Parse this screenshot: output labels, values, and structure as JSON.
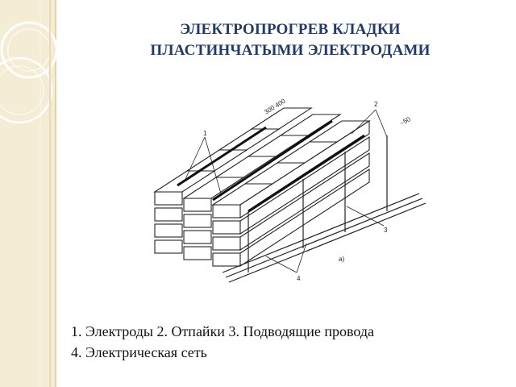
{
  "slide": {
    "title_line1": "ЭЛЕКТРОПРОГРЕВ  КЛАДКИ",
    "title_line2": "ПЛАСТИНЧАТЫМИ ЭЛЕКТРОДАМИ",
    "colors": {
      "title": "#1f3a6b",
      "sidebar": "#f4ecd4",
      "sidebar_ornament": "#ffffff"
    }
  },
  "figure": {
    "dimension_label": "300  400",
    "callouts": [
      "1",
      "2",
      "3",
      "4"
    ],
    "sub_label": "а)",
    "side_mark": "~50"
  },
  "legend": {
    "line1": "1. Электроды  2. Отпайки 3. Подводящие провода",
    "line2": "4. Электрическая сеть"
  }
}
